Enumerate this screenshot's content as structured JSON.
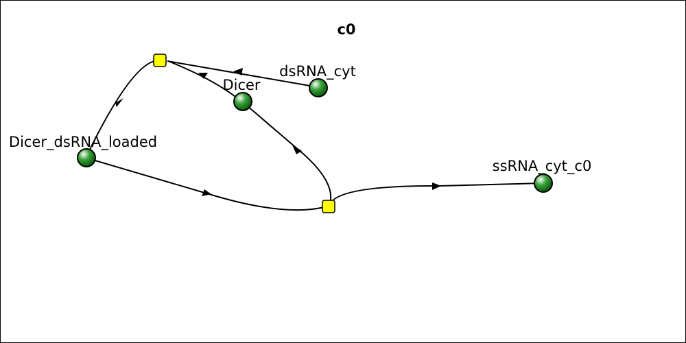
{
  "compartment": {
    "title": "c0"
  },
  "species": {
    "dsrna_cyt": "dsRNA_cyt",
    "dicer": "Dicer",
    "dicer_dsrna_loaded": "Dicer_dsRNA_loaded",
    "ssrna_cyt_c0": "ssRNA_cyt_c0"
  },
  "colors": {
    "species_fill": "#1a8a1a",
    "process_fill": "#ffff00",
    "edge": "#000000"
  }
}
